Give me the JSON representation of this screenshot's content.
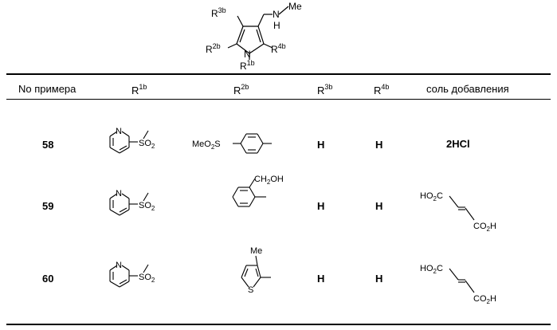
{
  "scaffold": {
    "r3": "R",
    "r3_sup": "3b",
    "r2": "R",
    "r2_sup": "2b",
    "r4": "R",
    "r4_sup": "4b",
    "r1": "R",
    "r1_sup": "1b",
    "nh": "N",
    "h": "H",
    "me": "Me",
    "ring_n": "N"
  },
  "table": {
    "headers": {
      "example_no": "No примера",
      "r1": "R",
      "r1_sup": "1b",
      "r2": "R",
      "r2_sup": "2b",
      "r3": "R",
      "r3_sup": "3b",
      "r4": "R",
      "r4_sup": "4b",
      "salt": "соль добавления"
    },
    "rows": [
      {
        "no": "58",
        "r1": {
          "ring_n": "N",
          "so2": "SO",
          "so2_sub": "2"
        },
        "r2": {
          "meo2s_a": "MeO",
          "meo2s_sub": "2",
          "meo2s_b": "S"
        },
        "r3": "H",
        "r4": "H",
        "salt": "2HCl"
      },
      {
        "no": "59",
        "r1": {
          "ring_n": "N",
          "so2": "SO",
          "so2_sub": "2"
        },
        "r2": {
          "ch2oh_a": "CH",
          "ch2oh_sub": "2",
          "ch2oh_b": "OH"
        },
        "r3": "H",
        "r4": "H",
        "salt": {
          "top_a": "HO",
          "top_sub": "2",
          "top_b": "C",
          "bot_a": "CO",
          "bot_sub": "2",
          "bot_b": "H"
        }
      },
      {
        "no": "60",
        "r1": {
          "ring_n": "N",
          "so2": "SO",
          "so2_sub": "2"
        },
        "r2": {
          "me": "Me",
          "s": "S"
        },
        "r3": "H",
        "r4": "H",
        "salt": {
          "top_a": "HO",
          "top_sub": "2",
          "top_b": "C",
          "bot_a": "CO",
          "bot_sub": "2",
          "bot_b": "H"
        }
      }
    ]
  }
}
